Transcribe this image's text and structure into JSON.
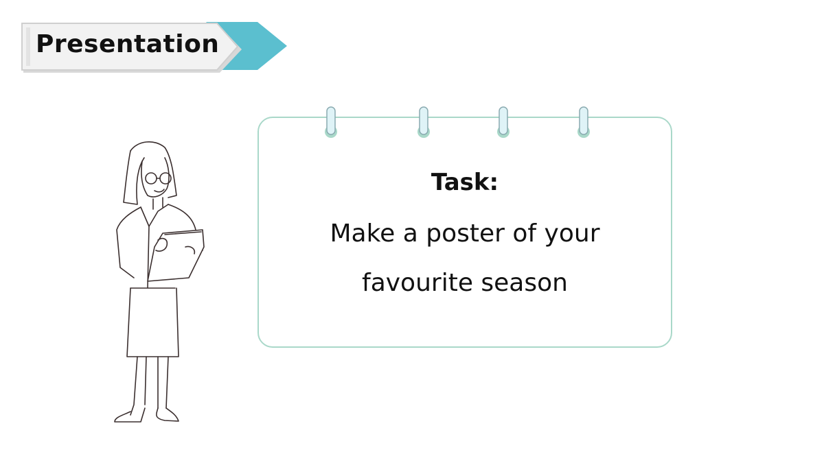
{
  "banner": {
    "label": "Presentation",
    "accent_color": "#5bbfcf"
  },
  "card": {
    "title": "Task:",
    "line1": "Make a poster of your",
    "line2": "favourite season",
    "border_color": "#a9d8c9"
  }
}
